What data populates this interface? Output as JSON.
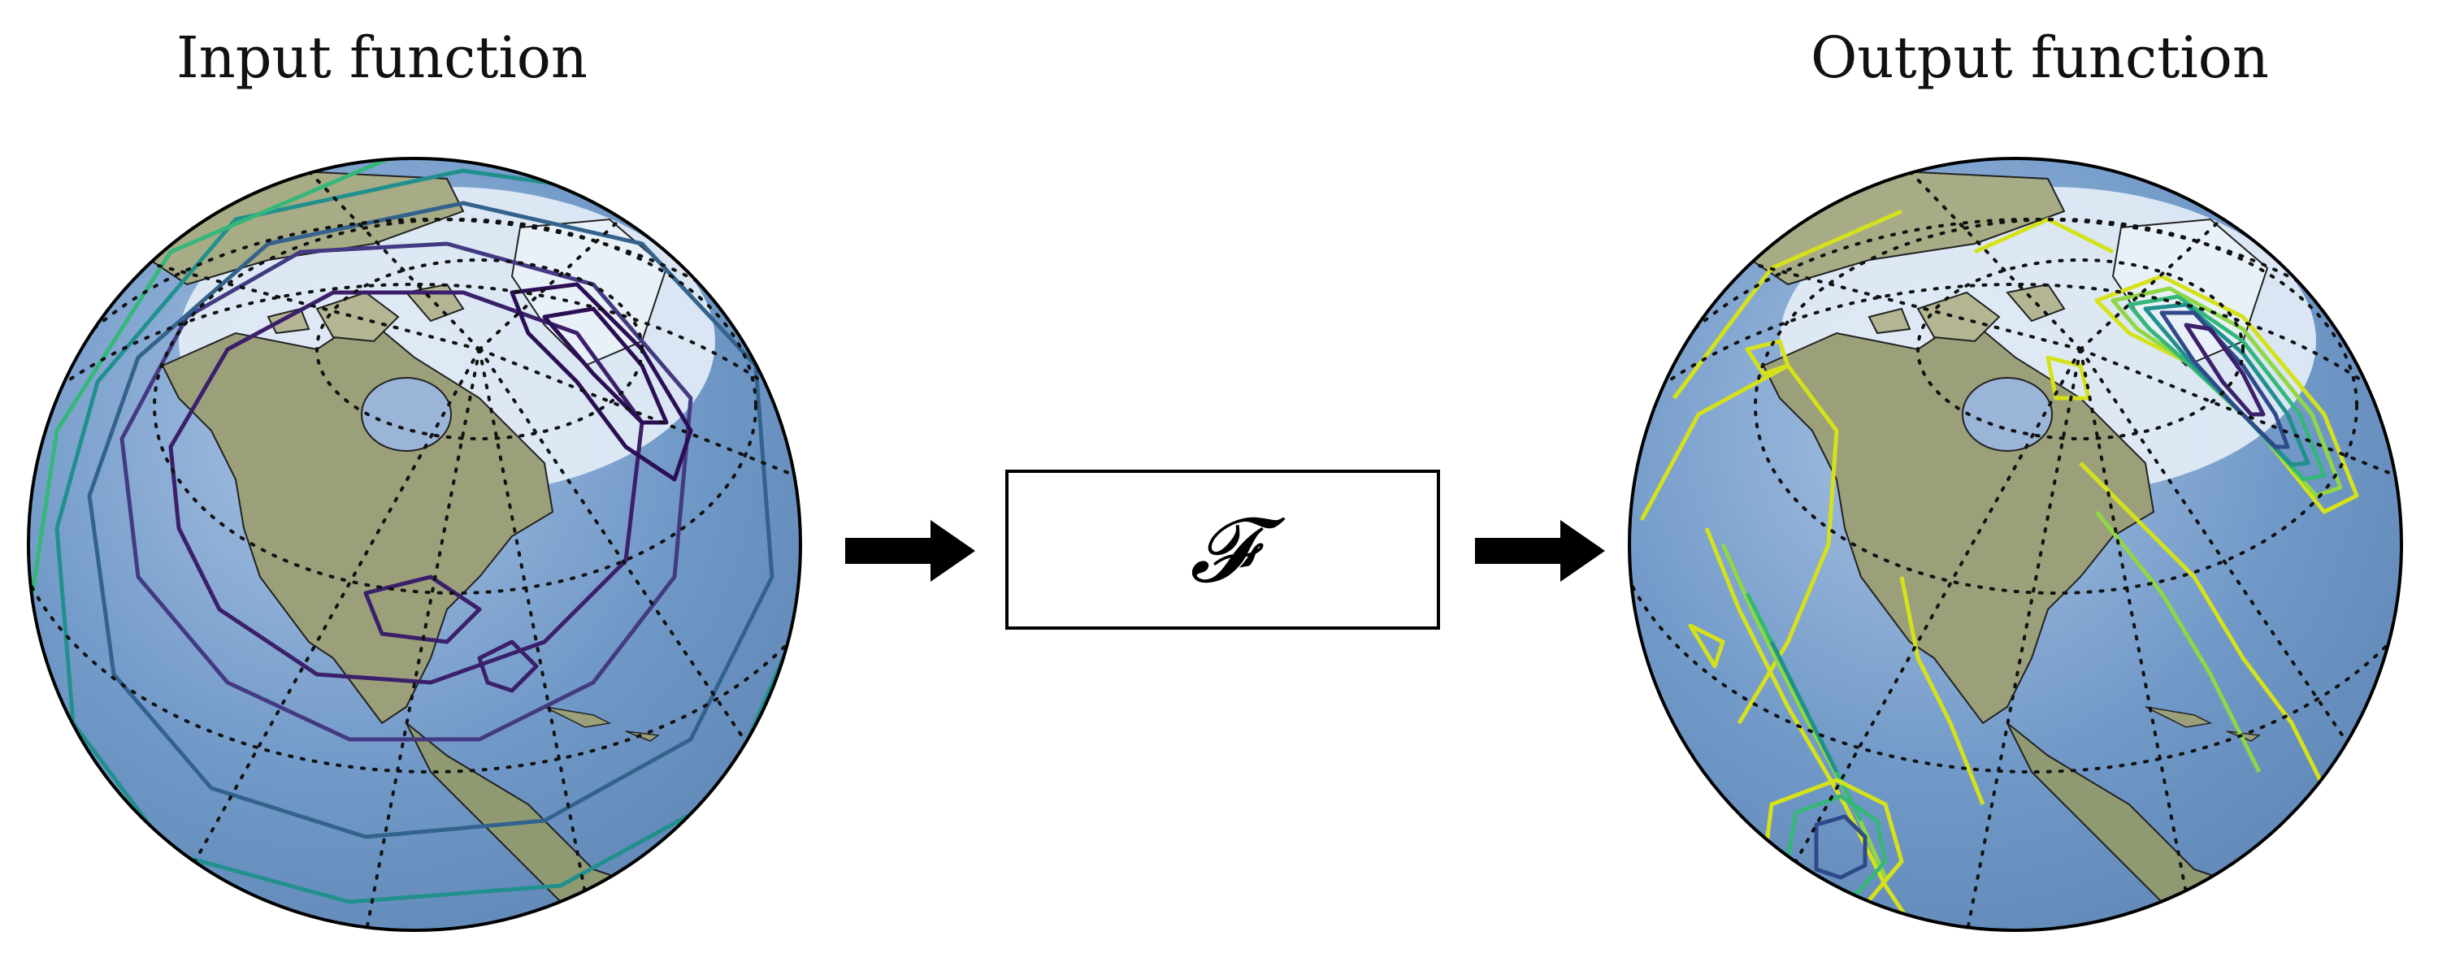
{
  "input_title": "Input function",
  "output_title": "Output function",
  "operator_symbol": "𝓕",
  "globes": {
    "input": {
      "contour_palette": [
        "#3b1f6b",
        "#443a83",
        "#33638d",
        "#21908d",
        "#35b779",
        "#8fd744",
        "#d5e21a"
      ]
    },
    "output": {
      "contour_palette": [
        "#3b1f6b",
        "#2f4a8a",
        "#21908d",
        "#35b779",
        "#8fd744",
        "#d5e21a"
      ]
    }
  },
  "colors": {
    "ocean": "#6f93c2",
    "land": "#9ca37f",
    "ice": "#e9f1f8",
    "grid": "#111111"
  }
}
